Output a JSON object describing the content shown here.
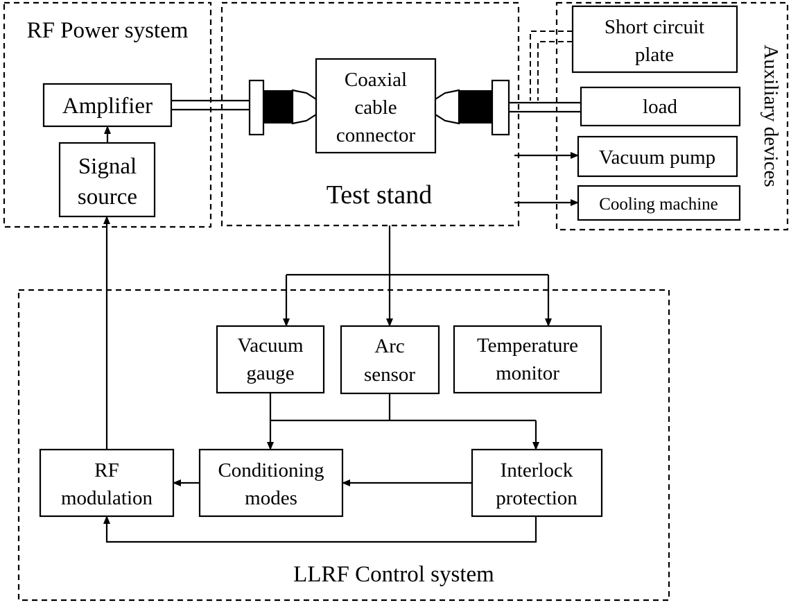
{
  "groups": {
    "rf_power": "RF Power system",
    "test_stand": "Test stand",
    "auxiliary": "Auxiliary devices",
    "llrf": "LLRF Control system"
  },
  "blocks": {
    "amplifier": "Amplifier",
    "signal_source": [
      "Signal",
      "source"
    ],
    "coaxial": [
      "Coaxial",
      "cable",
      "connector"
    ],
    "short_circuit": [
      "Short circuit",
      "plate"
    ],
    "load": "load",
    "vacuum_pump": "Vacuum pump",
    "cooling": "Cooling machine",
    "vacuum_gauge": [
      "Vacuum",
      "gauge"
    ],
    "arc_sensor": [
      "Arc",
      "sensor"
    ],
    "temperature": [
      "Temperature",
      "monitor"
    ],
    "rf_modulation": [
      "RF",
      "modulation"
    ],
    "conditioning": [
      "Conditioning",
      "modes"
    ],
    "interlock": [
      "Interlock",
      "protection"
    ]
  }
}
